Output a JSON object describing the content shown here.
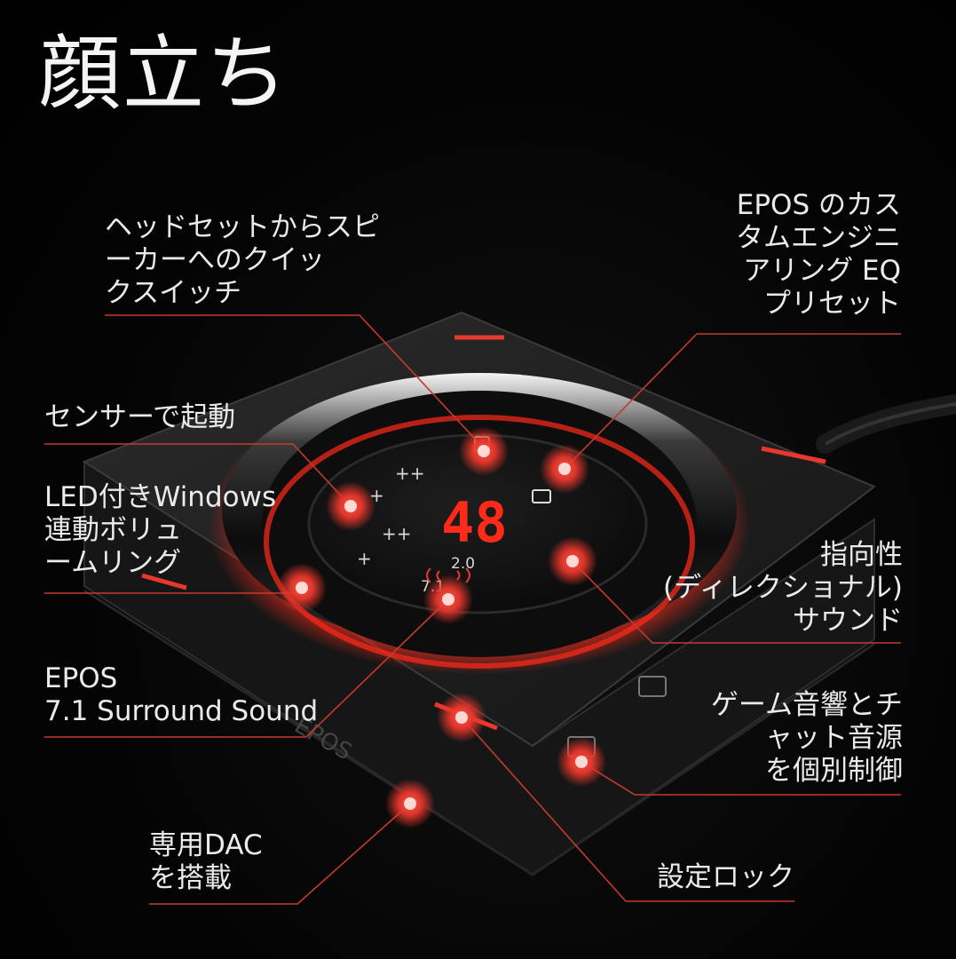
{
  "title": "顔立ち",
  "callouts": {
    "quick_switch": [
      "ヘッドセットからスピ",
      "ーカーへのクイッ",
      "クスイッチ"
    ],
    "eq_presets": [
      "EPOS のカス",
      "タムエンジニ",
      "アリング EQ",
      "プリセット"
    ],
    "sensor_wake": [
      "センサーで起動"
    ],
    "volume_ring": [
      "LED付きWindows",
      "連動ボリュ",
      "ームリング"
    ],
    "directional": [
      "指向性",
      "(ディレクショナル)",
      "サウンド"
    ],
    "surround": [
      "EPOS",
      "7.1 Surround Sound"
    ],
    "game_chat": [
      "ゲーム音響とチ",
      "ャット音源",
      "を個別制御"
    ],
    "dac": [
      "専用DAC",
      "を搭載"
    ],
    "lock": [
      "設定ロック"
    ]
  },
  "device": {
    "display_value": "48",
    "mode_2_0": "2.0",
    "mode_7_1": "7.1",
    "eq_plus_top": "++",
    "eq_plus_mid": "++",
    "plus_a": "+",
    "plus_b": "+",
    "brand": "EPOS"
  },
  "colors": {
    "accent_red": "#e8372c",
    "led_red": "#ff2a1a",
    "leader_line": "#c63a2e"
  }
}
